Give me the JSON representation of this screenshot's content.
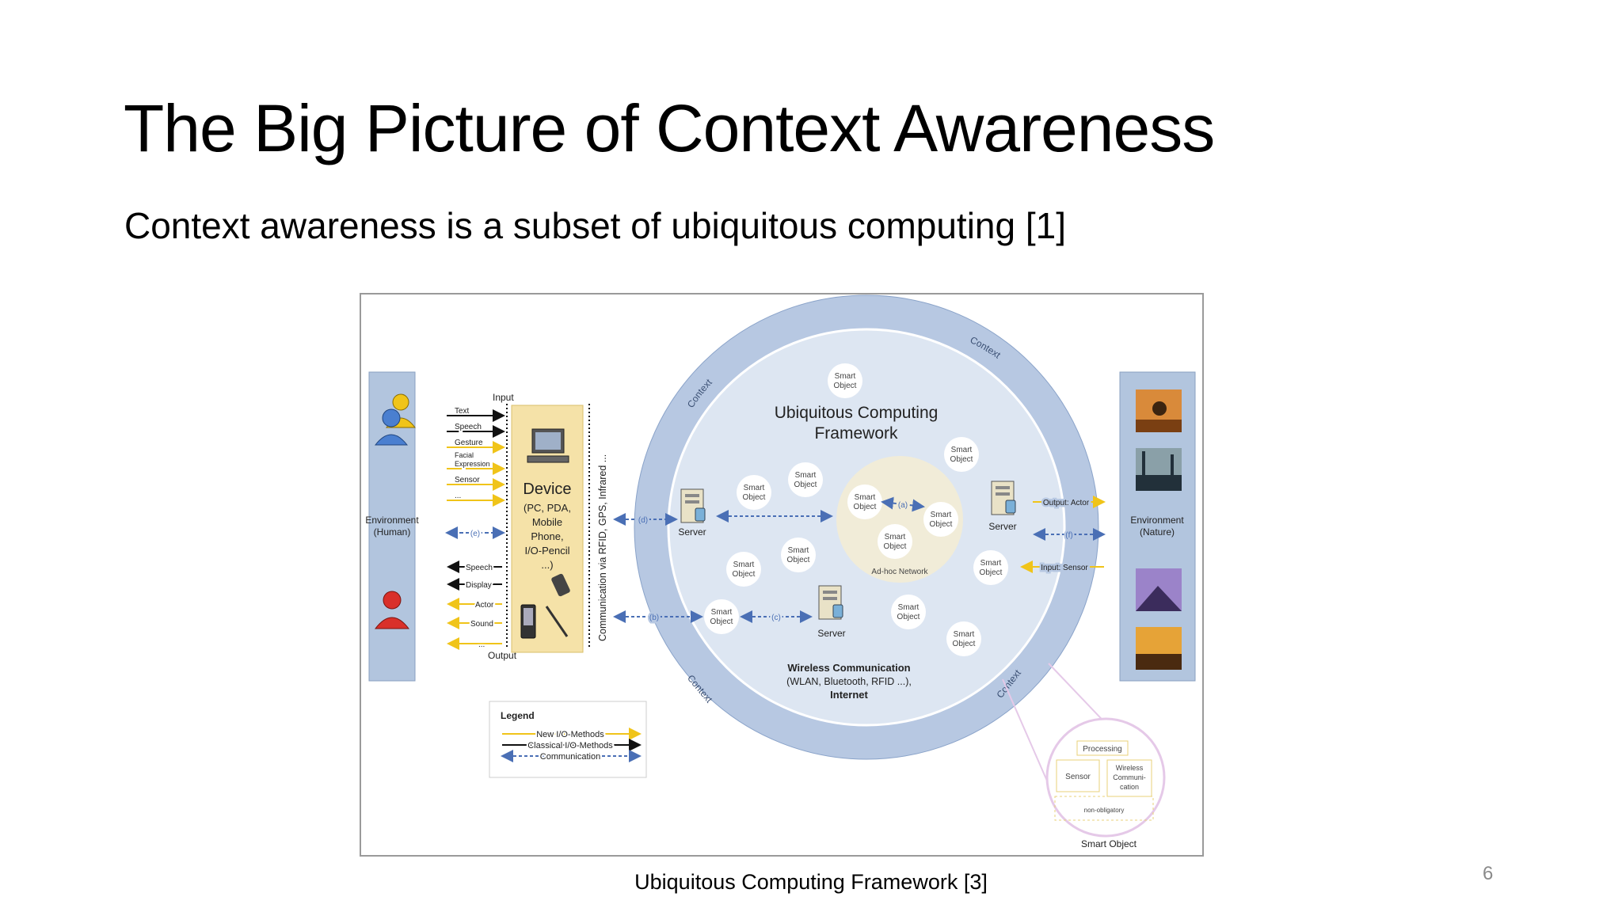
{
  "slide": {
    "title": "The Big Picture of Context Awareness",
    "subtitle": "Context awareness is a subset of ubiquitous computing [1]",
    "caption": "Ubiquitous Computing Framework [3]",
    "page_number": "6"
  },
  "diagram": {
    "framework_title": [
      "Ubiquitous Computing",
      "Framework"
    ],
    "context_label": "Context",
    "env_human": [
      "Environment",
      "(Human)"
    ],
    "env_nature": [
      "Environment",
      "(Nature)"
    ],
    "input_label": "Input",
    "output_label": "Output",
    "input_methods": [
      "Text",
      "Speech",
      "Gesture",
      "Facial",
      "Expression",
      "Sensor",
      "..."
    ],
    "output_methods": [
      "Speech",
      "Display",
      "Actor",
      "Sound",
      "..."
    ],
    "device": [
      "Device",
      "(PC, PDA,",
      "Mobile",
      "Phone,",
      "I/O-Pencil",
      "...)"
    ],
    "comm_vertical": "Communication via RFID, GPS, Infrared ...",
    "smart_object": [
      "Smart",
      "Object"
    ],
    "server": "Server",
    "adhoc": "Ad-hoc Network",
    "wireless": [
      "Wireless Communication",
      "(WLAN, Bluetooth, RFID ...),",
      "Internet"
    ],
    "output_actor": "Output: Actor",
    "input_sensor": "Input: Sensor",
    "link_labels": [
      "(a)",
      "(b)",
      "(c)",
      "(d)",
      "(e)",
      "(f)"
    ],
    "legend": {
      "title": "Legend",
      "items": [
        "New I/O-Methods",
        "Classical I/O-Methods",
        "Communication"
      ]
    },
    "inset": {
      "processing": "Processing",
      "sensor": "Sensor",
      "wireless": [
        "Wireless",
        "Communi-",
        "cation"
      ],
      "non_obligatory": "non-obligatory",
      "label": "Smart Object"
    },
    "colors": {
      "ring": "#b7c8e2",
      "inner": "#dde6f2",
      "panel": "#b2c5de",
      "device": "#f5e2a8",
      "new_io": "#f0c419",
      "comm": "#4a6fb5"
    }
  }
}
